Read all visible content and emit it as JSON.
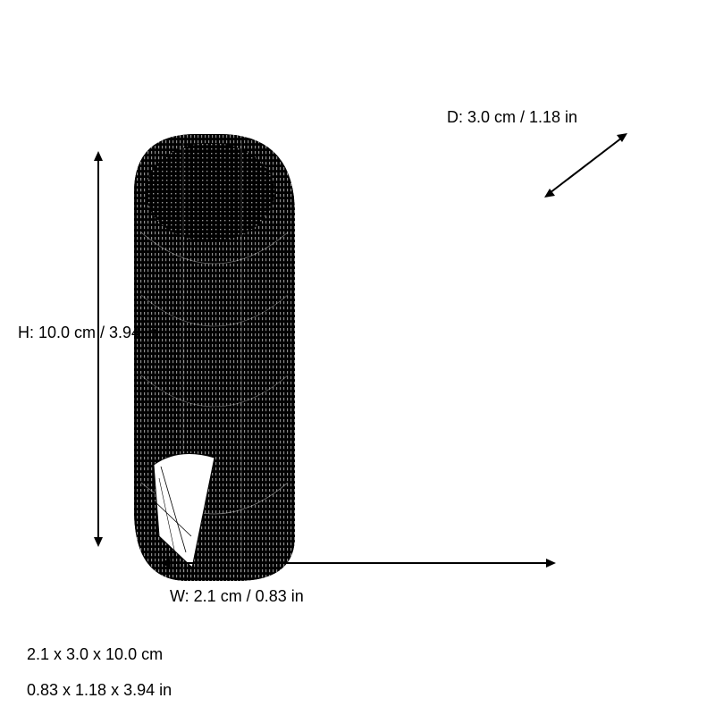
{
  "dimensions": {
    "depth_label": "D: 3.0 cm / 1.18 in",
    "height_label": "H: 10.0 cm / 3.94 in",
    "width_label": "W: 2.1 cm / 0.83 in"
  },
  "summary": {
    "metric": "2.1 x 3.0 x 10.0 cm",
    "imperial": "0.83 x 1.18 x 3.94 in"
  },
  "object": {
    "icon": "wireframe-capsule-3d-model",
    "line_color": "#000000",
    "background_color": "#ffffff"
  }
}
